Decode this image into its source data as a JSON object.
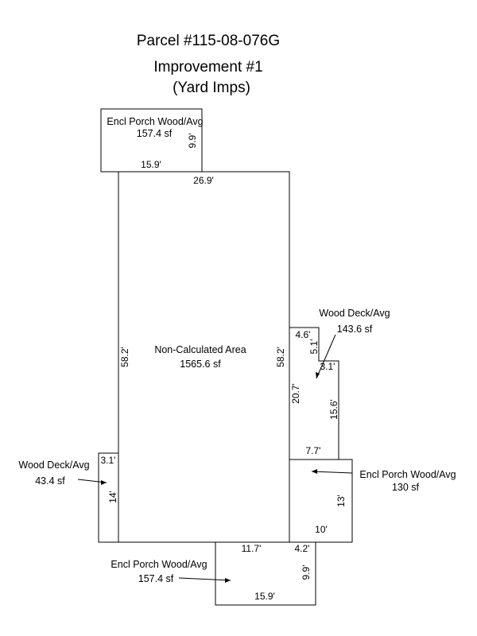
{
  "header": {
    "parcel": "Parcel #115-08-076G",
    "improvement": "Improvement #1",
    "yard": "(Yard Imps)"
  },
  "main_area": {
    "name": "Non-Calculated Area",
    "area": "1565.6 sf",
    "dims": {
      "top": "26.9'",
      "left": "58.2'",
      "right": "58.2'"
    }
  },
  "top_porch": {
    "name": "Encl Porch Wood/Avg",
    "area": "157.4 sf",
    "dims": {
      "width": "15.9'",
      "height": "9.9'"
    }
  },
  "right_deck": {
    "name": "Wood Deck/Avg",
    "area": "143.6 sf",
    "dims": {
      "top": "4.6'",
      "notch": "5.1'",
      "step": "3.1'",
      "left": "20.7'",
      "right": "15.6'",
      "bottom": "7.7'"
    }
  },
  "right_porch": {
    "name": "Encl Porch Wood/Avg",
    "area": "130 sf",
    "dims": {
      "height": "13'",
      "width": "10'"
    }
  },
  "left_deck": {
    "name": "Wood Deck/Avg",
    "area": "43.4 sf",
    "dims": {
      "width": "3.1'",
      "height": "14'"
    }
  },
  "bottom_porch": {
    "name": "Encl Porch Wood/Avg",
    "area": "157.4 sf",
    "dims": {
      "top_a": "11.7'",
      "top_b": "4.2'",
      "height": "9.9'",
      "width": "15.9'"
    }
  }
}
